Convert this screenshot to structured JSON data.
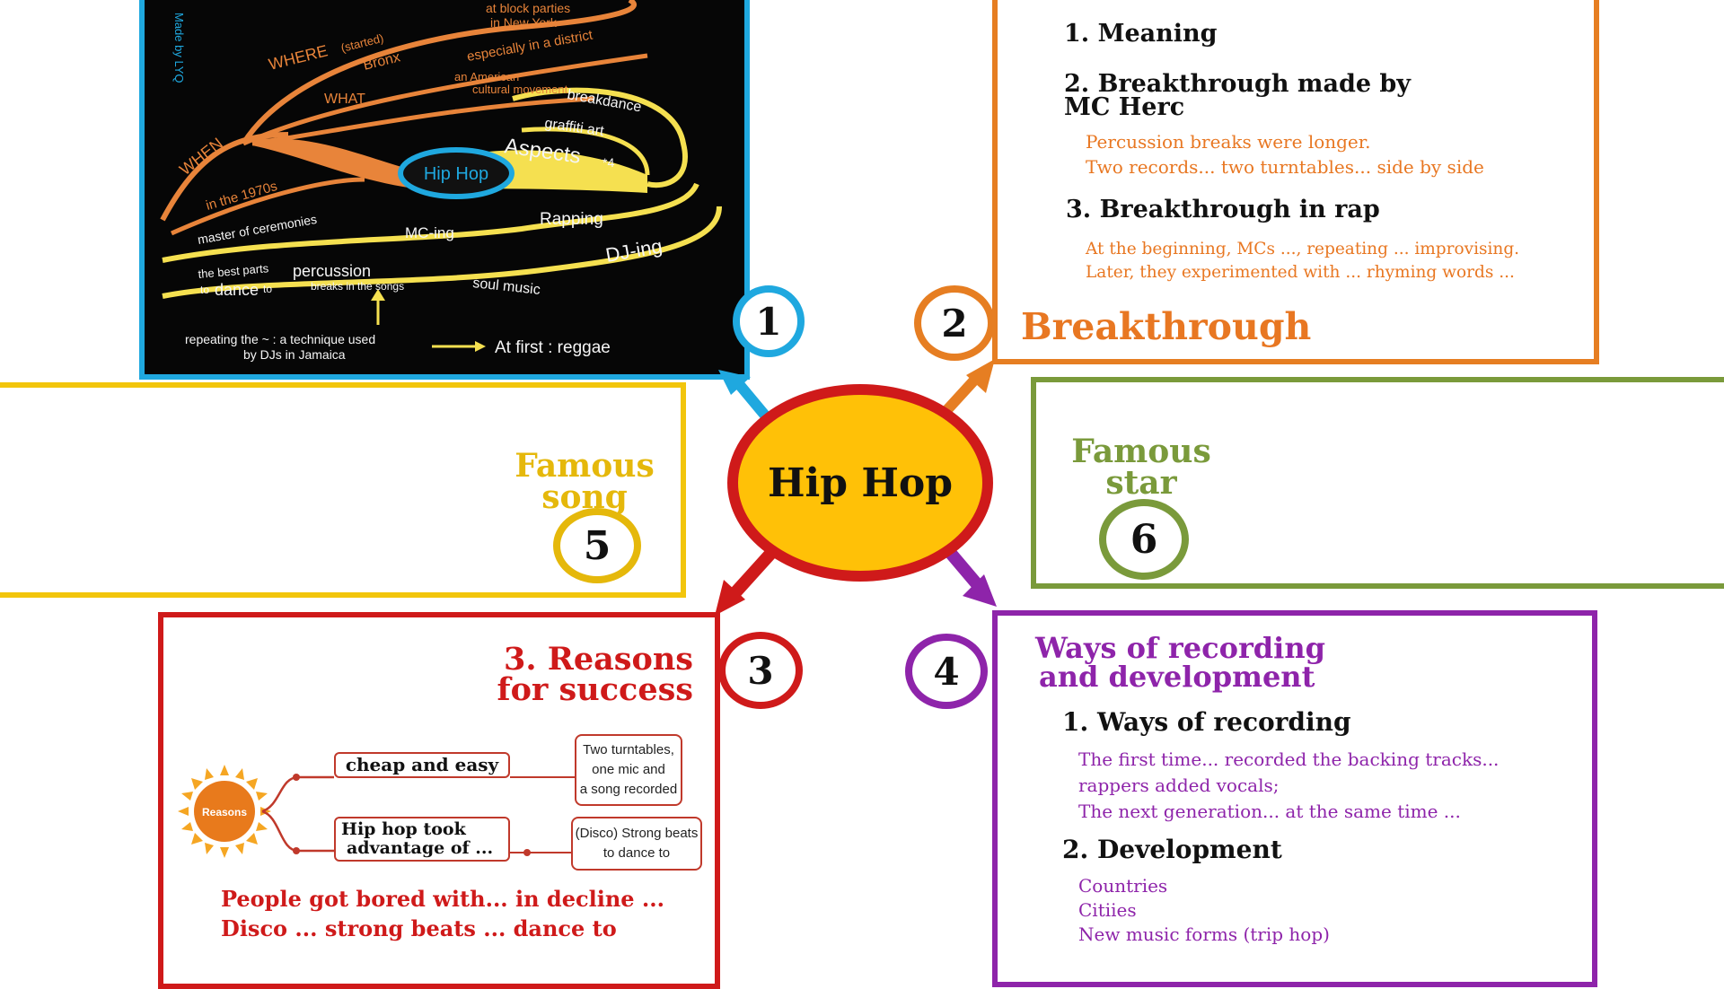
{
  "center": {
    "label": "Hip Hop"
  },
  "badges": {
    "b1": "1",
    "b2": "2",
    "b3": "3",
    "b4": "4",
    "b5": "5",
    "b6": "6"
  },
  "panel1": {
    "signature": "Made by LYQ",
    "labels": {
      "block_parties": "at block parties",
      "in_new_york": "in New York",
      "where": "WHERE",
      "started": "(started)",
      "bronx": "Bronx",
      "district": "especially in a district",
      "american": "an American",
      "cultural": "cultural movement",
      "what": "WHAT",
      "breakdance": "breakdance",
      "graffiti": "graffiti art",
      "when": "WHEN",
      "aspects": "Aspects",
      "aspects_count": "*4",
      "hiphop": "Hip Hop",
      "seventies": "in the 1970s",
      "ceremonies": "master of ceremonies",
      "mcing": "MC-ing",
      "rapping": "Rapping",
      "djing": "DJ-ing",
      "best_parts_1": "the best parts",
      "best_parts_2": "to",
      "dance": "dance",
      "to": "to",
      "percussion": "percussion",
      "breaks": "breaks in the songs",
      "soul": "soul music",
      "repeating": "repeating the ~ :  a technique used",
      "djs_jamaica": "by DJs in Jamaica",
      "reggae": "At first : reggae"
    }
  },
  "panel2": {
    "h1": "1. Meaning",
    "h2_line1": "2. Breakthrough made by",
    "h2_line2": "MC Herc",
    "t2a": "Percussion breaks were longer.",
    "t2b": "Two records... two turntables... side by side",
    "h3": "3. Breakthrough in rap",
    "t3a": "At the beginning, MCs ..., repeating ... improvising.",
    "t3b": "Later, they experimented with ... rhyming words ...",
    "title": "Breakthrough"
  },
  "panel3": {
    "title_line1": "3. Reasons",
    "title_line2": "for success",
    "sun_label": "Reasons",
    "cheap": "cheap and easy",
    "took_line1": "Hip hop took",
    "took_line2": "advantage of ...",
    "note1_line1": "Two turntables,",
    "note1_line2": "one mic and",
    "note1_line3": "a song recorded",
    "note2_line1": "(Disco) Strong beats",
    "note2_line2": "to dance to",
    "text1": "People got bored with... in decline ...",
    "text2": "Disco ... strong beats ... dance to"
  },
  "panel4": {
    "title_line1": "Ways of recording",
    "title_line2": "and  development",
    "h1": "1. Ways of recording",
    "t1": "The first time... recorded the backing tracks...",
    "t2": "rappers added vocals;",
    "t3": "The next generation... at the same time ...",
    "h2": "2. Development",
    "d1": "Countries",
    "d2": "Citiies",
    "d3": "New music forms (trip hop)"
  },
  "panel5": {
    "title_line1": "Famous",
    "title_line2": "song"
  },
  "panel6": {
    "title_line1": "Famous",
    "title_line2": "star"
  },
  "colors": {
    "blue": "#1fa8df",
    "orange": "#e67e22",
    "red": "#cf1a1a",
    "purple": "#8e24aa",
    "yellow": "#f2c50c",
    "green": "#7a9a3b",
    "center_fill": "#ffc107"
  }
}
